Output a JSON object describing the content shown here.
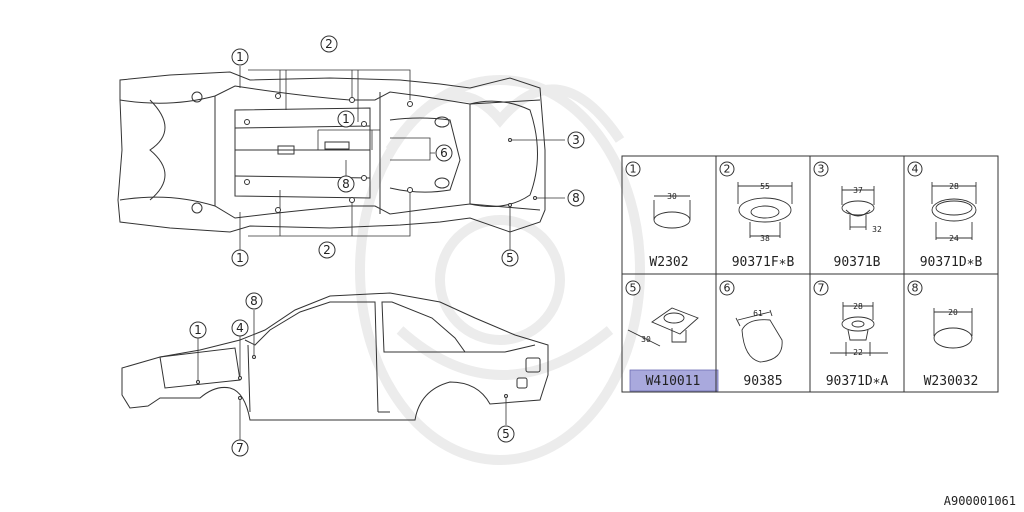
{
  "reference_id": "A900001061",
  "highlight_color": "#a9a9dd",
  "watermark_color": "#ececec",
  "underbody_callouts": [
    "1",
    "2",
    "1",
    "6",
    "8",
    "3",
    "8",
    "1",
    "2",
    "5"
  ],
  "side_callouts": [
    "1",
    "4",
    "8",
    "7",
    "5"
  ],
  "parts": [
    {
      "num": "1",
      "part_no": "W2302",
      "dims": [
        "30"
      ],
      "highlighted": false
    },
    {
      "num": "2",
      "part_no": "90371F∗B",
      "dims": [
        "55",
        "38"
      ],
      "highlighted": false
    },
    {
      "num": "3",
      "part_no": "90371B",
      "dims": [
        "37",
        "32"
      ],
      "highlighted": false
    },
    {
      "num": "4",
      "part_no": "90371D∗B",
      "dims": [
        "28",
        "24"
      ],
      "highlighted": false
    },
    {
      "num": "5",
      "part_no": "W410011",
      "dims": [
        "30"
      ],
      "highlighted": true
    },
    {
      "num": "6",
      "part_no": "90385",
      "dims": [
        "61"
      ],
      "highlighted": false
    },
    {
      "num": "7",
      "part_no": "90371D∗A",
      "dims": [
        "28",
        "22"
      ],
      "highlighted": false
    },
    {
      "num": "8",
      "part_no": "W230032",
      "dims": [
        "20"
      ],
      "highlighted": false
    }
  ]
}
